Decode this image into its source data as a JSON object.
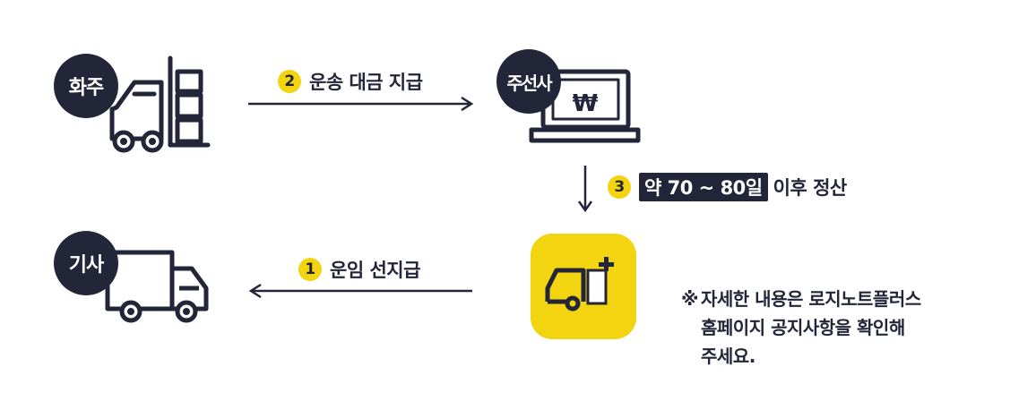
{
  "actors": {
    "shipper": "화주",
    "forwarder": "주선사",
    "driver": "기사"
  },
  "steps": {
    "step1": {
      "number": "1",
      "label": "운임 선지급"
    },
    "step2": {
      "number": "2",
      "label": "운송 대금 지급"
    },
    "step3": {
      "number": "3",
      "highlight": "약 70 ~ 80일",
      "label": "이후 정산"
    }
  },
  "laptop_symbol": "₩",
  "note": {
    "mark": "※",
    "line1": "자세한 내용은 로지노트플러스",
    "line2": "홈페이지 공지사항을 확인해",
    "line3": "주세요."
  },
  "icons": {
    "shipper": "forklift-icon",
    "forwarder": "laptop-won-icon",
    "driver": "truck-icon",
    "app": "lojinote-plus-app-icon"
  },
  "colors": {
    "navy": "#222638",
    "yellow": "#f2d411",
    "white": "#ffffff"
  }
}
